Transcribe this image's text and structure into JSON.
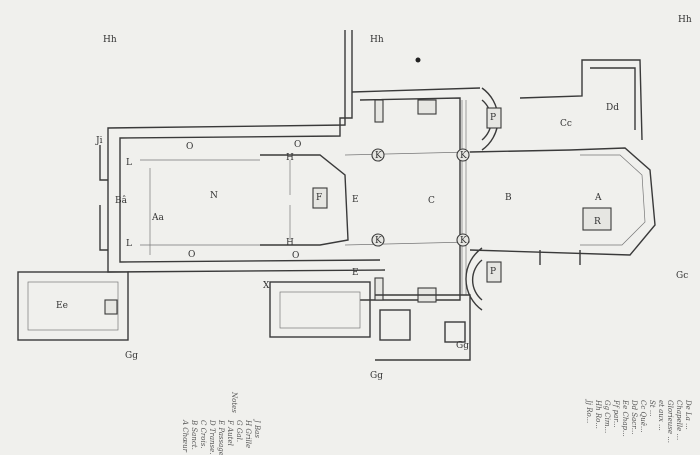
{
  "plan": {
    "labels": {
      "hh_left": "Hh",
      "hh_mid": "Hh",
      "hh_right": "Hh",
      "ji": "Ji",
      "nave": "N",
      "a_choir": "A",
      "b": "B",
      "c": "C",
      "r": "R",
      "dd": "Dd",
      "cc": "Cc",
      "ee": "Ee",
      "gg_left": "Gg",
      "gg_mid": "Gg",
      "gg_right": "Gg",
      "gc": "Gc",
      "f": "F",
      "e_top": "E",
      "e_bottom": "E",
      "k1": "K",
      "k2": "K",
      "k3": "K",
      "k4": "K",
      "p_top": "P",
      "p_bottom": "P",
      "h_top": "H",
      "h_bottom": "H",
      "o1": "O",
      "o2": "O",
      "o3": "O",
      "o4": "O",
      "l_top": "L",
      "l_bottom": "L",
      "ba": "Bâ",
      "aa": "Aa",
      "x": "X"
    },
    "legend_title": "Notes",
    "legend_left": [
      "A Chœur",
      "B Sanct.",
      "C Crois.",
      "D Transe.",
      "E Passage",
      "F Autel",
      "G Gal.",
      "H Grille",
      "J Bas"
    ],
    "legend_right": [
      "De La ...",
      "Chapelle ...",
      "Glorieuse ...",
      "et aux ...",
      "St ...",
      "Cc Quê...",
      "Dd Sacr...",
      "Ee Chap...",
      "Ff par...",
      "Gg Cim...",
      "Hh Ro...",
      "Jj Ro..."
    ]
  }
}
